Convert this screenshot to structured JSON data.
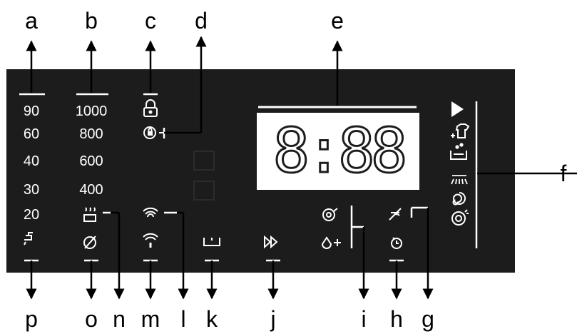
{
  "panel": {
    "background": "#1c1c1c",
    "foreground": "#ffffff",
    "display": {
      "text": "8:88"
    },
    "temperatures": [
      "90",
      "60",
      "40",
      "30",
      "20"
    ],
    "spin_speeds": [
      "1000",
      "800",
      "600",
      "400"
    ]
  },
  "callouts": {
    "a": "a",
    "b": "b",
    "c": "c",
    "d": "d",
    "e": "e",
    "f": "f",
    "g": "g",
    "h": "h",
    "i": "i",
    "j": "j",
    "k": "k",
    "l": "l",
    "m": "m",
    "n": "n",
    "o": "o",
    "p": "p"
  },
  "icons": [
    "tap-icon",
    "no-spin-icon",
    "wifi-icon",
    "wifi-remote-icon",
    "basin-icon",
    "fast-forward-icon",
    "stain-icon",
    "drop-plus-icon",
    "delay-timer-icon",
    "no-dry-icon",
    "play-icon",
    "add-garment-icon",
    "soak-icon",
    "rinse-icon",
    "spin-icon",
    "drum-clean-icon",
    "lock-icon",
    "child-lock-icon",
    "steam-icon"
  ]
}
